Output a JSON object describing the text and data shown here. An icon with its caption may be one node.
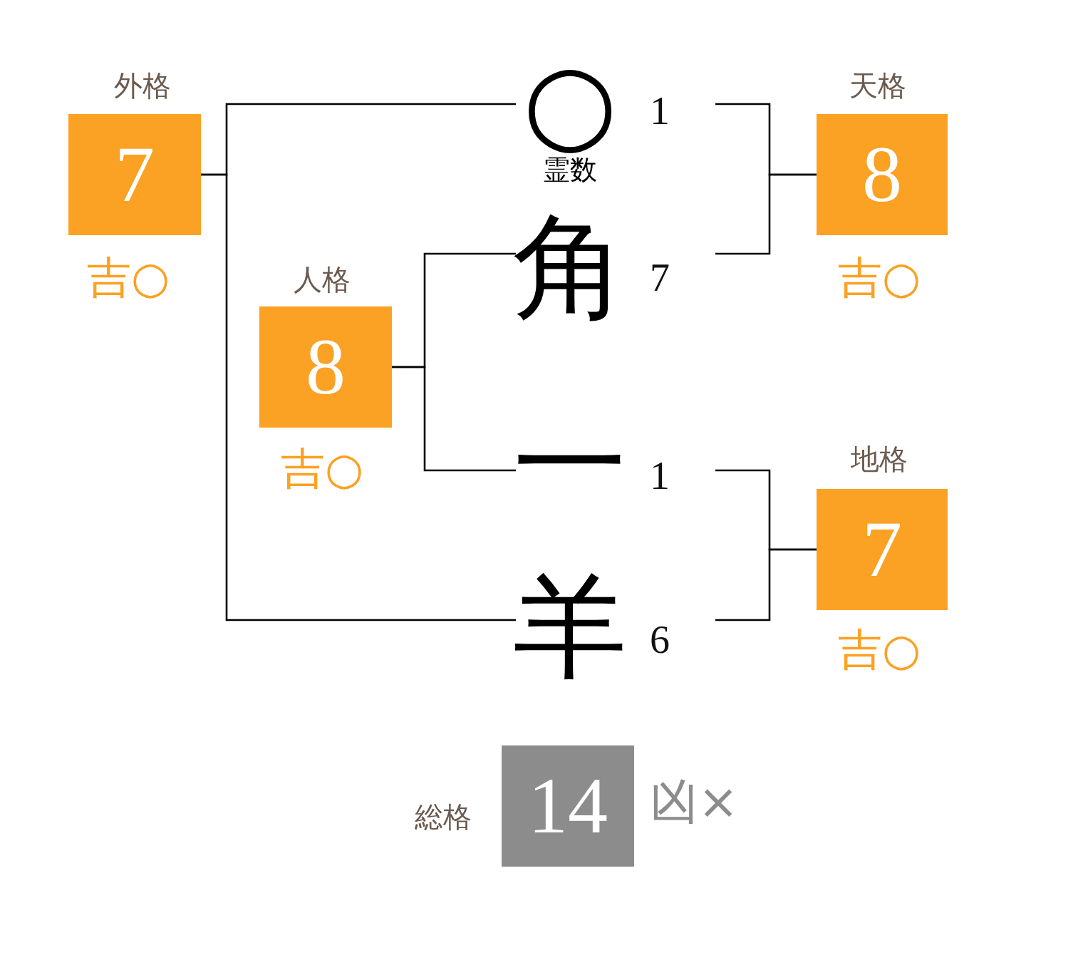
{
  "diagram": {
    "nodes": [
      {
        "text": [
          "外格",
          "7"
        ],
        "beside": [
          "吉○"
        ]
      },
      {
        "text": [
          "○"
        ],
        "beside": [
          "霊数",
          "1"
        ]
      },
      {
        "text": [
          "天格",
          "8"
        ],
        "beside": [
          "吉○"
        ]
      },
      {
        "text": [
          "人格",
          "8"
        ],
        "beside": [
          "吉○"
        ]
      },
      {
        "text": [
          "角"
        ],
        "beside": [
          "7"
        ]
      },
      {
        "text": [
          "一"
        ],
        "beside": [
          "1"
        ]
      },
      {
        "text": [
          "地格",
          "7"
        ],
        "beside": [
          "吉○"
        ]
      },
      {
        "text": [
          "羊"
        ],
        "beside": [
          "6"
        ]
      },
      {
        "text": [
          "総格",
          "14"
        ],
        "beside": [
          "凶×"
        ]
      }
    ],
    "edges": [
      {
        "from": 1,
        "to": 0,
        "arrow": "none"
      },
      {
        "from": 7,
        "to": 0,
        "arrow": "none"
      },
      {
        "from": 4,
        "to": 3,
        "arrow": "none"
      },
      {
        "from": 5,
        "to": 3,
        "arrow": "none"
      },
      {
        "from": 1,
        "to": 2,
        "arrow": "none"
      },
      {
        "from": 4,
        "to": 2,
        "arrow": "none"
      },
      {
        "from": 5,
        "to": 6,
        "arrow": "none"
      },
      {
        "from": 7,
        "to": 6,
        "arrow": "none"
      }
    ]
  }
}
